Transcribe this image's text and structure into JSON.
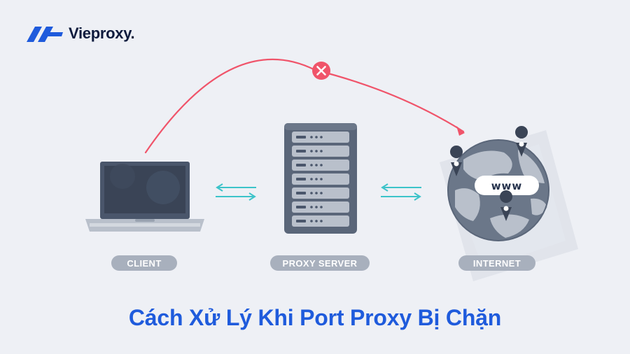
{
  "brand": {
    "name": "Vieproxy.",
    "mark_icon": "vieproxy-logo-mark",
    "color": "#1f5bdc"
  },
  "nodes": {
    "client": {
      "label": "CLIENT",
      "icon": "laptop-icon"
    },
    "proxy": {
      "label": "PROXY SERVER",
      "icon": "server-rack-icon"
    },
    "internet": {
      "label": "INTERNET",
      "icon": "globe-icon",
      "badge": "www"
    }
  },
  "connections": {
    "direct": {
      "from": "client",
      "to": "internet",
      "status": "blocked",
      "icon": "close-circle-icon",
      "color": "#f0546a"
    },
    "client_proxy": {
      "icon": "bidirectional-arrows-icon",
      "color": "#3cc3c9"
    },
    "proxy_internet": {
      "icon": "bidirectional-arrows-icon",
      "color": "#3cc3c9"
    }
  },
  "title": "Cách Xử Lý Khi Port Proxy Bị Chặn",
  "colors": {
    "background": "#eef0f5",
    "title": "#1f5bdc",
    "label_bg": "#a8b0bd",
    "blocked": "#f0546a",
    "arrows": "#3cc3c9",
    "device_dark": "#4a566b"
  }
}
